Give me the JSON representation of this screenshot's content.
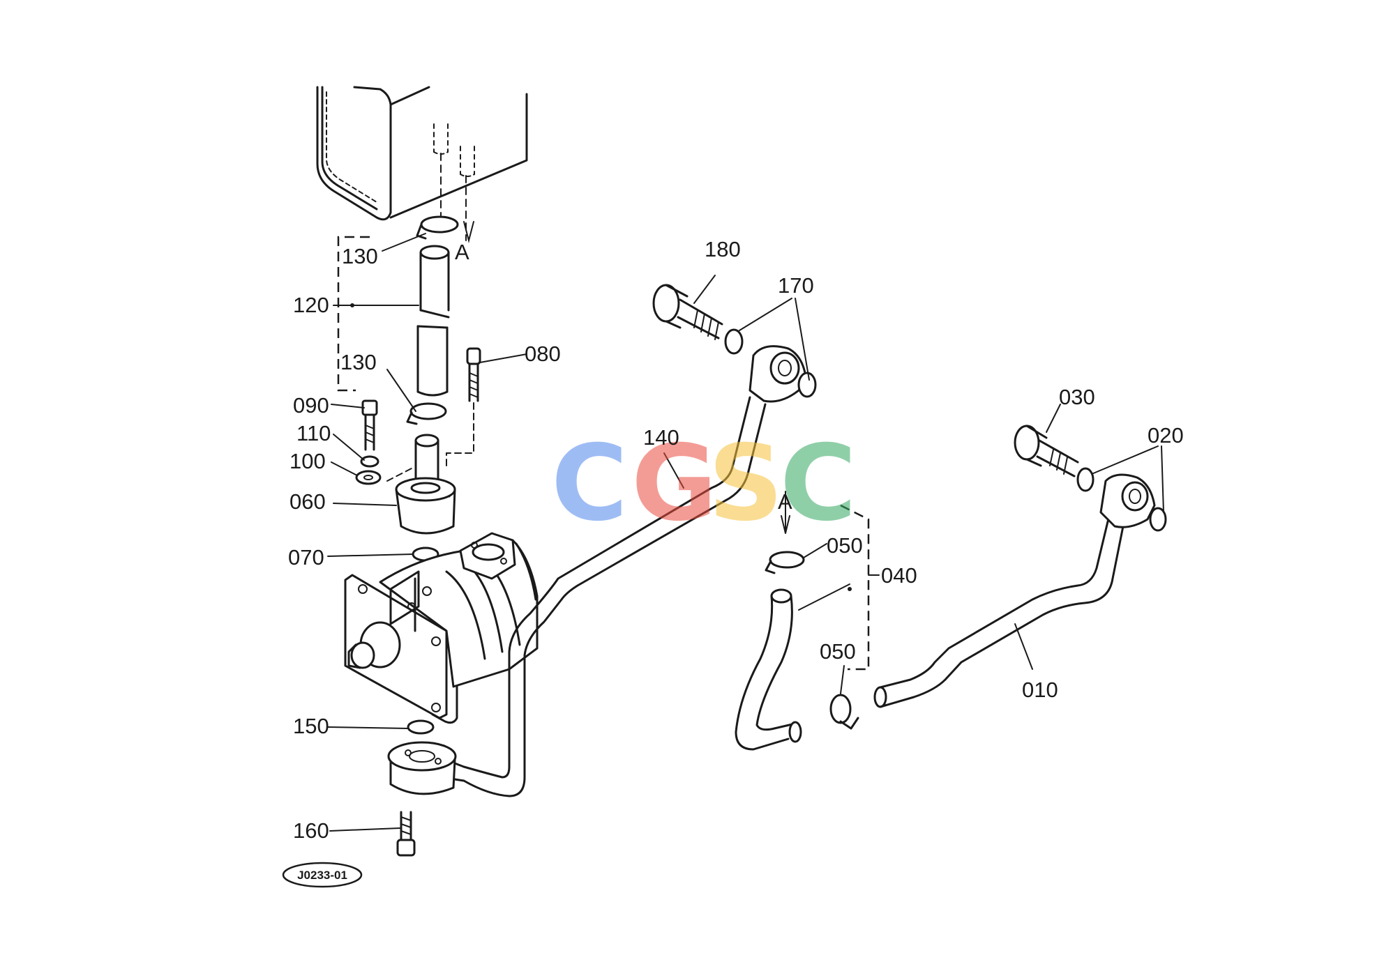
{
  "diagram": {
    "labels": {
      "p010": "010",
      "p020": "020",
      "p030": "030",
      "p040": "040",
      "p050a": "050",
      "p050b": "050",
      "p060": "060",
      "p070": "070",
      "p080": "080",
      "p090": "090",
      "p100": "100",
      "p110": "110",
      "p120": "120",
      "p130a": "130",
      "p130b": "130",
      "p140": "140",
      "p150": "150",
      "p160": "160",
      "p170": "170",
      "p180": "180",
      "refA1": "A",
      "refA2": "A"
    },
    "drawing_code": "J0233-01",
    "watermark": {
      "letters": [
        "C",
        "G",
        "S",
        "C"
      ],
      "colors": [
        "#4f86ec",
        "#ea4d3f",
        "#f6c33b",
        "#35a862"
      ]
    }
  }
}
